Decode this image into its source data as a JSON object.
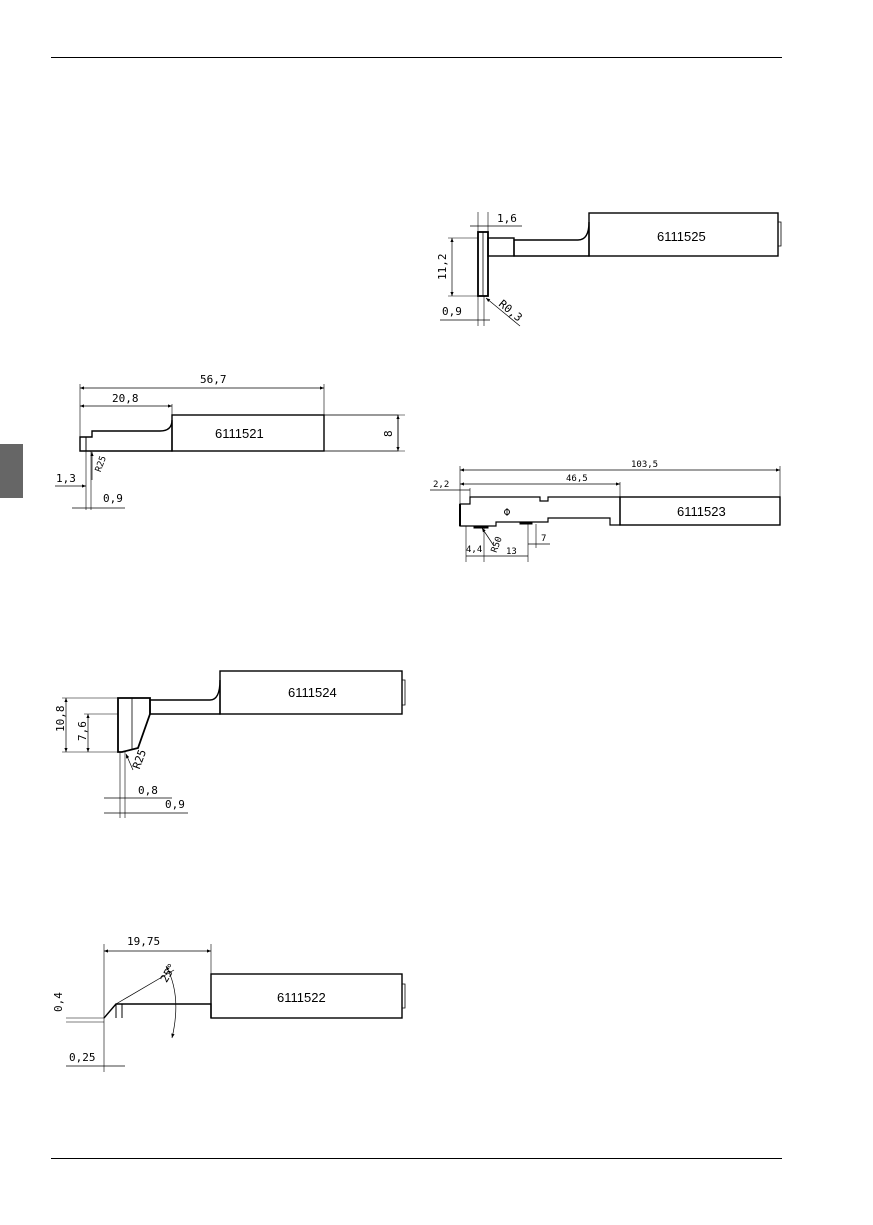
{
  "styli": [
    {
      "part_number": "6111521",
      "dimensions": {
        "overall": "56,7",
        "length": "20,8",
        "height": "8",
        "radius": "R25",
        "width": "1,3",
        "tip": "0,9"
      }
    },
    {
      "part_number": "6111524",
      "dimensions": {
        "height_outer": "10,8",
        "height_inner": "7,6",
        "radius": "R25",
        "tip_a": "0,8",
        "tip_b": "0,9"
      }
    },
    {
      "part_number": "6111522",
      "dimensions": {
        "length": "19,75",
        "angle": "25°",
        "height": "0,4",
        "tip": "0,25"
      }
    },
    {
      "part_number": "6111525",
      "dimensions": {
        "width": "1,6",
        "height": "11,2",
        "tip": "0,9",
        "radius": "R0,3"
      }
    },
    {
      "part_number": "6111523",
      "dimensions": {
        "overall": "103,5",
        "length": "46,5",
        "offset": "2,2",
        "radius": "R50",
        "a": "4,4",
        "b": "13",
        "c": "7"
      }
    }
  ]
}
